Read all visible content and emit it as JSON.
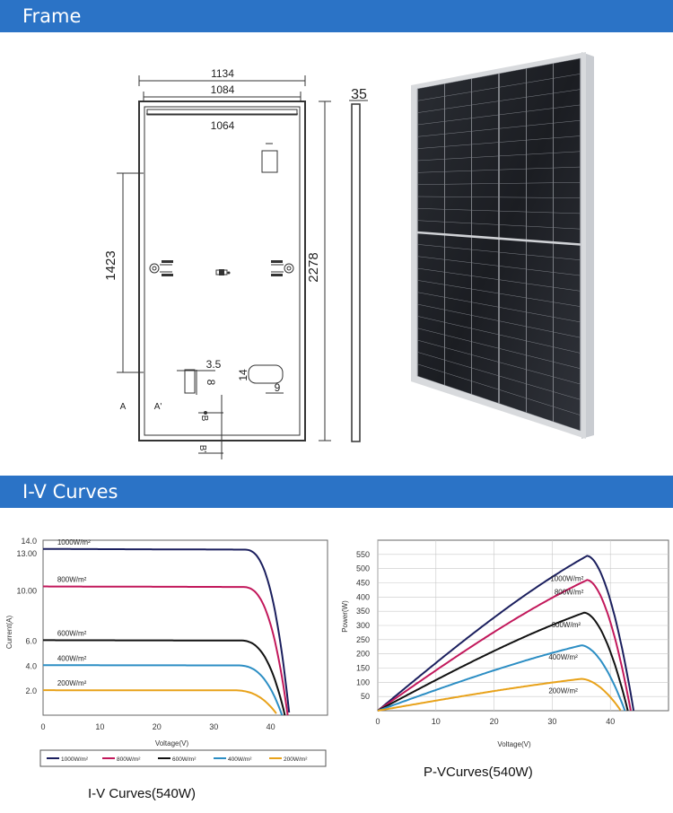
{
  "sections": {
    "frame_title": "Frame",
    "iv_title": "I-V Curves"
  },
  "drawing": {
    "width_outer": "1134",
    "width_mid": "1084",
    "width_inner": "1064",
    "height_total": "2278",
    "height_mount": "1423",
    "thickness": "35",
    "hole_w": "3.5",
    "hole_h": "8",
    "slot_h": "14",
    "slot_w": "9",
    "label_a": "A",
    "label_a2": "A'",
    "label_b": "B",
    "label_b2": "B'"
  },
  "panel": {
    "icon": "solar-panel-photo"
  },
  "chart_data": [
    {
      "type": "line",
      "title": "I-V Curves(540W)",
      "xlabel": "Voltage(V)",
      "ylabel": "Current(A)",
      "xlim": [
        0,
        50
      ],
      "ylim": [
        0,
        14
      ],
      "xticks": [
        "0",
        "10",
        "20",
        "30",
        "40"
      ],
      "yticks": [
        "2.0",
        "4.0",
        "6.0",
        "10.00",
        "13.00",
        "14.0"
      ],
      "series": [
        {
          "name": "1000W/m²",
          "color": "#1b1f5e",
          "isc": 13.3,
          "voc": 43.3
        },
        {
          "name": "800W/m²",
          "color": "#c2185b",
          "isc": 10.3,
          "voc": 43.0
        },
        {
          "name": "600W/m²",
          "color": "#111111",
          "isc": 6.0,
          "voc": 42.5
        },
        {
          "name": "400W/m²",
          "color": "#2c8ec4",
          "isc": 4.0,
          "voc": 42.0
        },
        {
          "name": "200W/m²",
          "color": "#e8a21a",
          "isc": 2.0,
          "voc": 41.2
        }
      ],
      "legend": [
        "1000W/m²",
        "800W/m²",
        "600W/m²",
        "400W/m²",
        "200W/m²"
      ]
    },
    {
      "type": "line",
      "title": "P-VCurves(540W)",
      "xlabel": "Voltage(V)",
      "ylabel": "Power(W)",
      "xlim": [
        0,
        50
      ],
      "ylim": [
        0,
        600
      ],
      "xticks": [
        "0",
        "10",
        "20",
        "30",
        "40"
      ],
      "yticks": [
        "50",
        "100",
        "150",
        "200",
        "250",
        "300",
        "350",
        "400",
        "450",
        "500",
        "550"
      ],
      "series": [
        {
          "name": "1000W/m²",
          "color": "#1b1f5e",
          "pmax": 545,
          "vmp": 36,
          "voc": 44.0
        },
        {
          "name": "800W/m²",
          "color": "#c2185b",
          "pmax": 460,
          "vmp": 36,
          "voc": 43.5
        },
        {
          "name": "600W/m²",
          "color": "#111111",
          "pmax": 345,
          "vmp": 35.5,
          "voc": 43.0
        },
        {
          "name": "400W/m²",
          "color": "#2c8ec4",
          "pmax": 230,
          "vmp": 35,
          "voc": 42.5
        },
        {
          "name": "200W/m²",
          "color": "#e8a21a",
          "pmax": 112,
          "vmp": 35,
          "voc": 41.8
        }
      ]
    }
  ]
}
